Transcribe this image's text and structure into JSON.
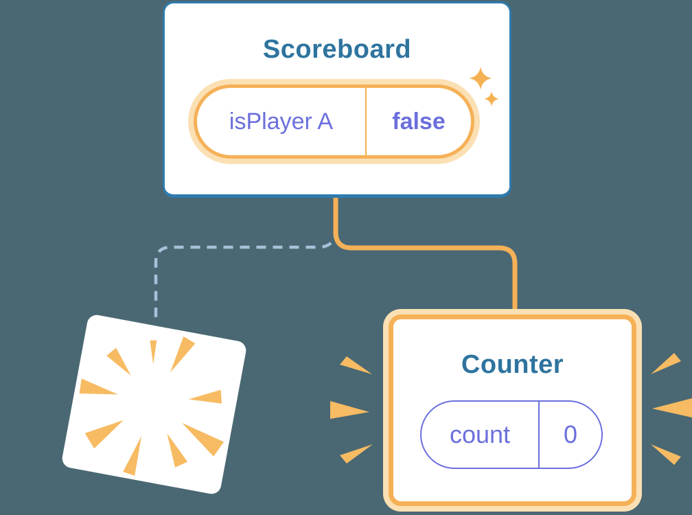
{
  "diagram": {
    "description": "Component tree diagram: Scoreboard keeps state while Counter is re-created",
    "background_color": "#4A6873",
    "colors": {
      "bg": "#4A6873",
      "white": "#FFFFFF",
      "blue-border": "#2E7BAD",
      "blue-text": "#2F749F",
      "orange": "#F5B157",
      "orange-halo": "#FBE0B4",
      "purple": "#6B6FDC",
      "dash": "#A6C1D8",
      "ray": "#F7BB63"
    },
    "scoreboard": {
      "title": "Scoreboard",
      "state": {
        "name": "isPlayer A",
        "value": "false"
      }
    },
    "counter": {
      "title": "Counter",
      "state": {
        "name": "count",
        "value": "0"
      }
    },
    "icons": {
      "sparkle": "sparkle-icon",
      "poof": "poof-burst-icon",
      "emphasis": "emphasis-rays-icon"
    }
  }
}
